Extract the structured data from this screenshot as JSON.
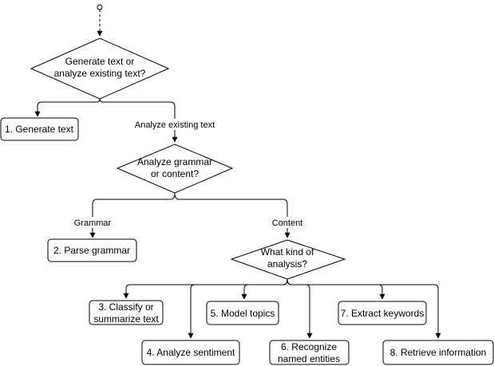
{
  "diagram": {
    "decisions": {
      "d1": {
        "line1": "Generate text or",
        "line2": "analyze existing text?"
      },
      "d2": {
        "line1": "Analyze grammar",
        "line2": "or content?"
      },
      "d3": {
        "line1": "What kind of",
        "line2": "analysis?"
      }
    },
    "steps": {
      "s1": "1. Generate text",
      "s2": "2. Parse grammar",
      "s3": {
        "line1": "3. Classify or",
        "line2": "summarize text"
      },
      "s4": "4. Analyze sentiment",
      "s5": "5. Model topics",
      "s6": {
        "line1": "6. Recognize",
        "line2": "named entities"
      },
      "s7": "7. Extract keywords",
      "s8": "8. Retrieve information"
    },
    "edge_labels": {
      "analyze_existing": "Analyze existing text",
      "grammar": "Grammar",
      "content": "Content"
    }
  }
}
